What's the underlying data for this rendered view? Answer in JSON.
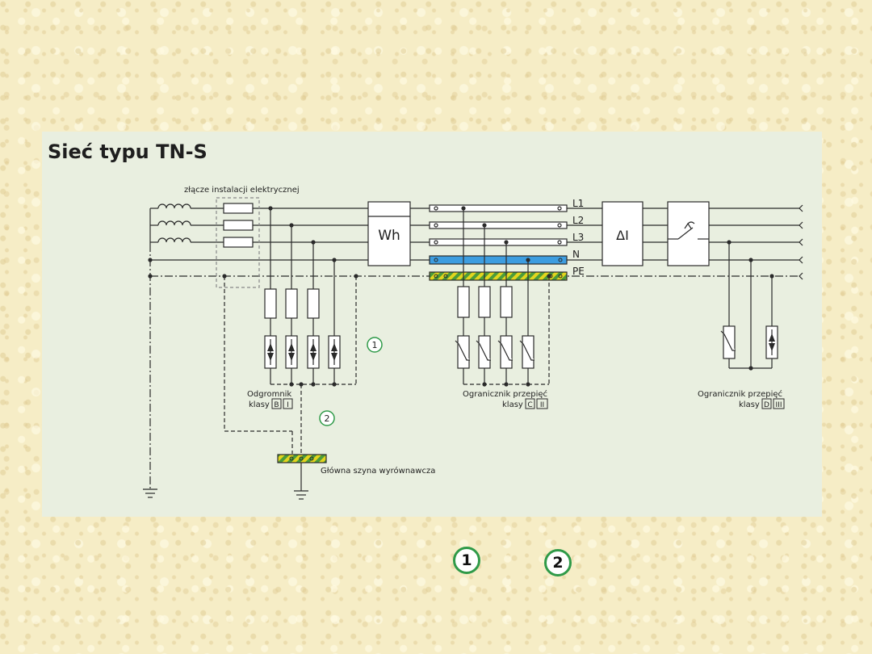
{
  "title": "Sieć typu TN-S",
  "labels": {
    "connection": "złącze instalacji elektrycznej",
    "meter": "Wh",
    "rcd": "ΔI",
    "L1": "L1",
    "L2": "L2",
    "L3": "L3",
    "N": "N",
    "PE": "PE",
    "spd_b_line1": "Odgromnik",
    "spd_b_line2": "klasy",
    "spd_b_class_letter": "B",
    "spd_b_class_roman": "I",
    "spd_c_line1": "Ogranicznik przepięć",
    "spd_c_line2": "klasy",
    "spd_c_class_letter": "C",
    "spd_c_class_roman": "II",
    "spd_d_line1": "Ogranicznik przepięć",
    "spd_d_line2": "klasy",
    "spd_d_class_letter": "D",
    "spd_d_class_roman": "III",
    "main_bus": "Główna szyna wyrównawcza",
    "marker1": "1",
    "marker2": "2"
  },
  "legend": {
    "item1": "1",
    "item2": "2"
  },
  "colors": {
    "panel": "#e9efe0",
    "line": "#2a2a2a",
    "neutral_bar": "#3d9de0",
    "pe_stripe_yellow": "#e2d51e",
    "pe_stripe_green": "#4c9c3a",
    "marker_ring": "#2f9a48"
  }
}
